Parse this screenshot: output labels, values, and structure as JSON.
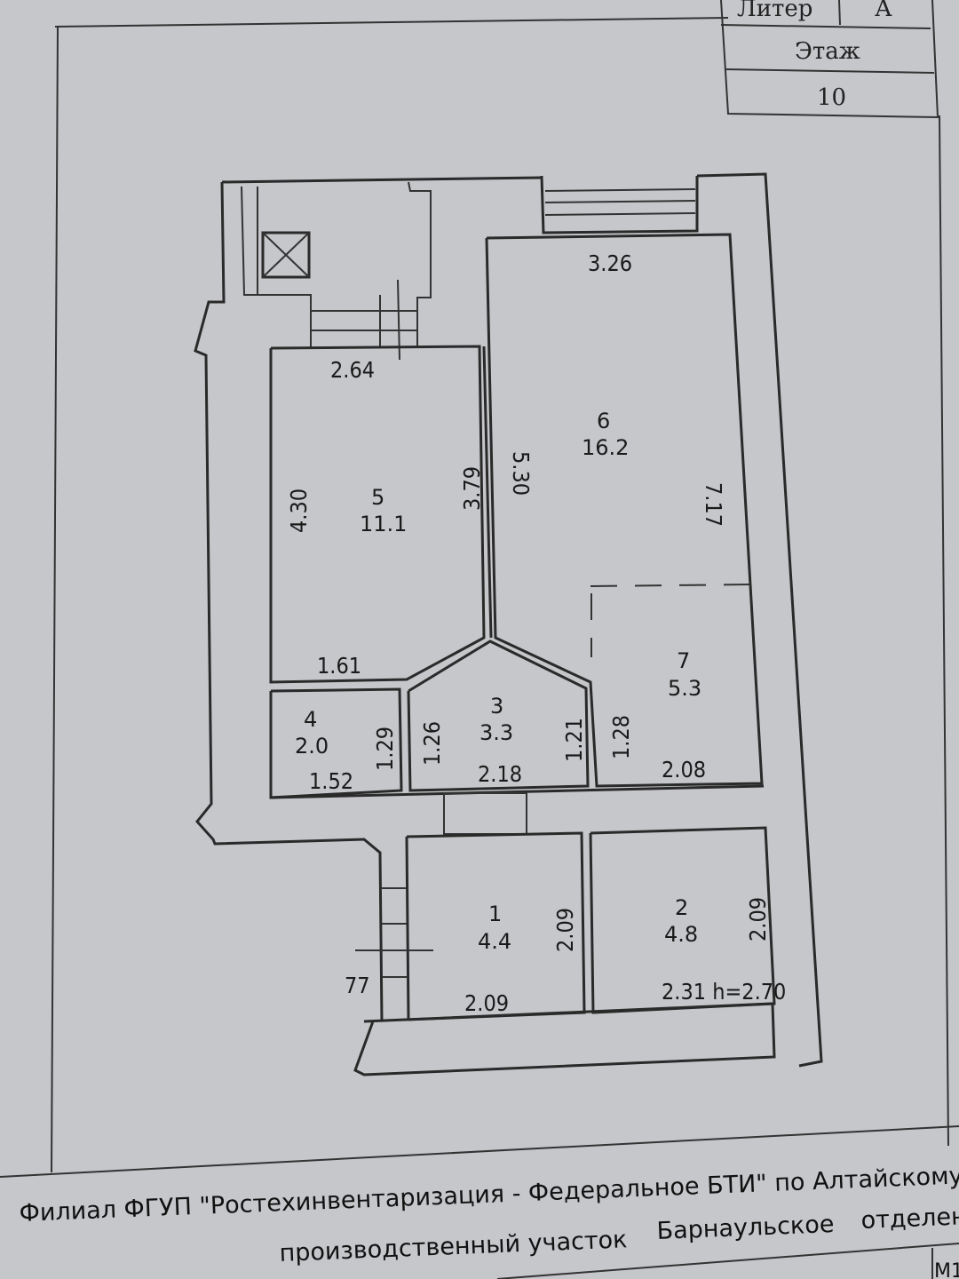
{
  "stamp": {
    "liter_label": "Литер",
    "liter_value": "А",
    "floor_label": "Этаж",
    "floor_value": "10"
  },
  "rooms": [
    {
      "number": "5",
      "area": "11.1",
      "dims": [
        "2.64",
        "4.30",
        "3.79",
        "1.61"
      ]
    },
    {
      "number": "6",
      "area": "16.2",
      "dims": [
        "3.26",
        "5.30",
        "7.17"
      ]
    },
    {
      "number": "7",
      "area": "5.3",
      "dims": [
        "1.28",
        "2.08"
      ]
    },
    {
      "number": "3",
      "area": "3.3",
      "dims": [
        "1.26",
        "1.21",
        "2.18"
      ]
    },
    {
      "number": "4",
      "area": "2.0",
      "dims": [
        "1.29",
        "1.52"
      ]
    },
    {
      "number": "1",
      "area": "4.4",
      "dims": [
        "2.09",
        "2.09"
      ]
    },
    {
      "number": "2",
      "area": "4.8",
      "dims": [
        "2.09",
        "2.31 h=2.70"
      ]
    }
  ],
  "stair_label": "77",
  "footer": {
    "line1": "Филиал ФГУП \"Ростехинвентаризация - Федеральное БТИ\" по Алтайскому кр",
    "line2a": "производственный участок",
    "line2b": "Барнаульское",
    "line2c": "отделен",
    "corner": "М1"
  }
}
